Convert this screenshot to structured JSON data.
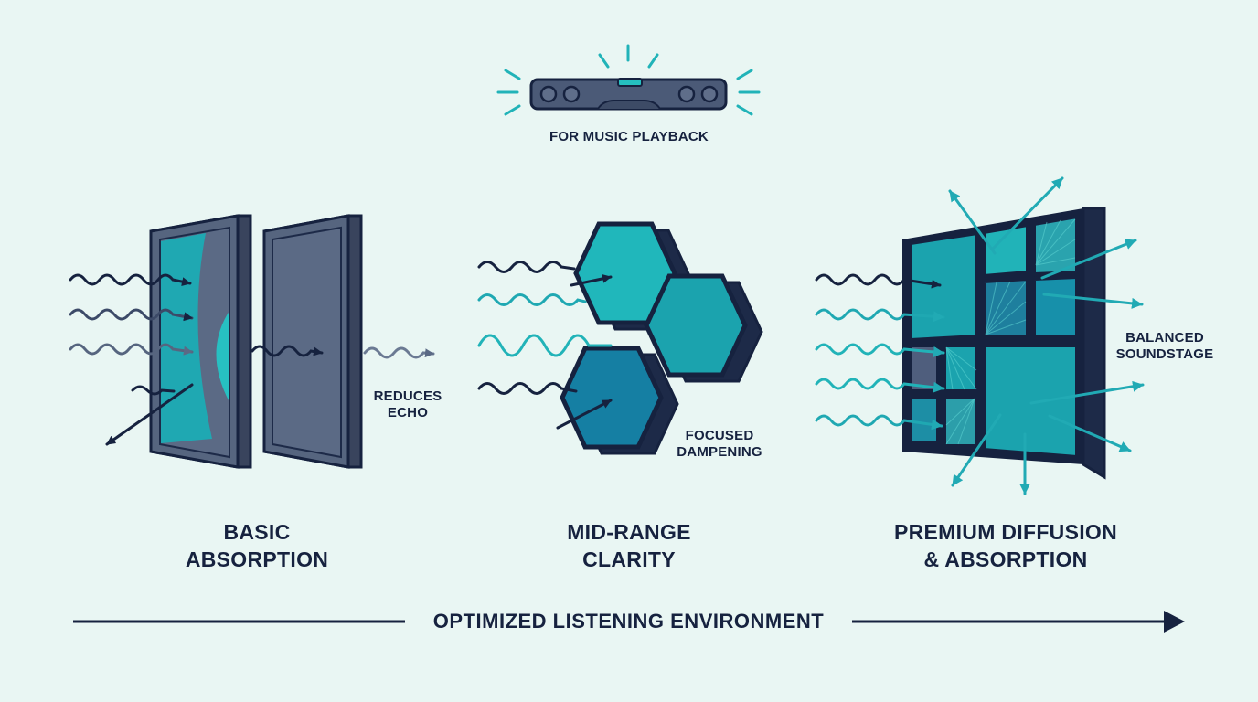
{
  "header": {
    "soundbar_icon": "soundbar-icon",
    "caption": "FOR MUSIC PLAYBACK"
  },
  "stages": [
    {
      "icon": "absorption-panels-icon",
      "title_line1": "BASIC",
      "title_line2": "ABSORPTION",
      "note_line1": "REDUCES",
      "note_line2": "ECHO"
    },
    {
      "icon": "hexagon-panels-icon",
      "title_line1": "MID-RANGE",
      "title_line2": "CLARITY",
      "note_line1": "FOCUSED",
      "note_line2": "DAMPENING"
    },
    {
      "icon": "diffuser-panel-icon",
      "title_line1": "PREMIUM DIFFUSION",
      "title_line2": "& ABSORPTION",
      "note_line1": "BALANCED",
      "note_line2": "SOUNDSTAGE"
    }
  ],
  "progression": {
    "label": "OPTIMIZED LISTENING ENVIRONMENT",
    "arrow_icon": "arrow-right-icon"
  },
  "colors": {
    "background": "#e9f6f3",
    "navy": "#16223f",
    "teal": "#1fb5b8",
    "slate": "#56657f"
  }
}
